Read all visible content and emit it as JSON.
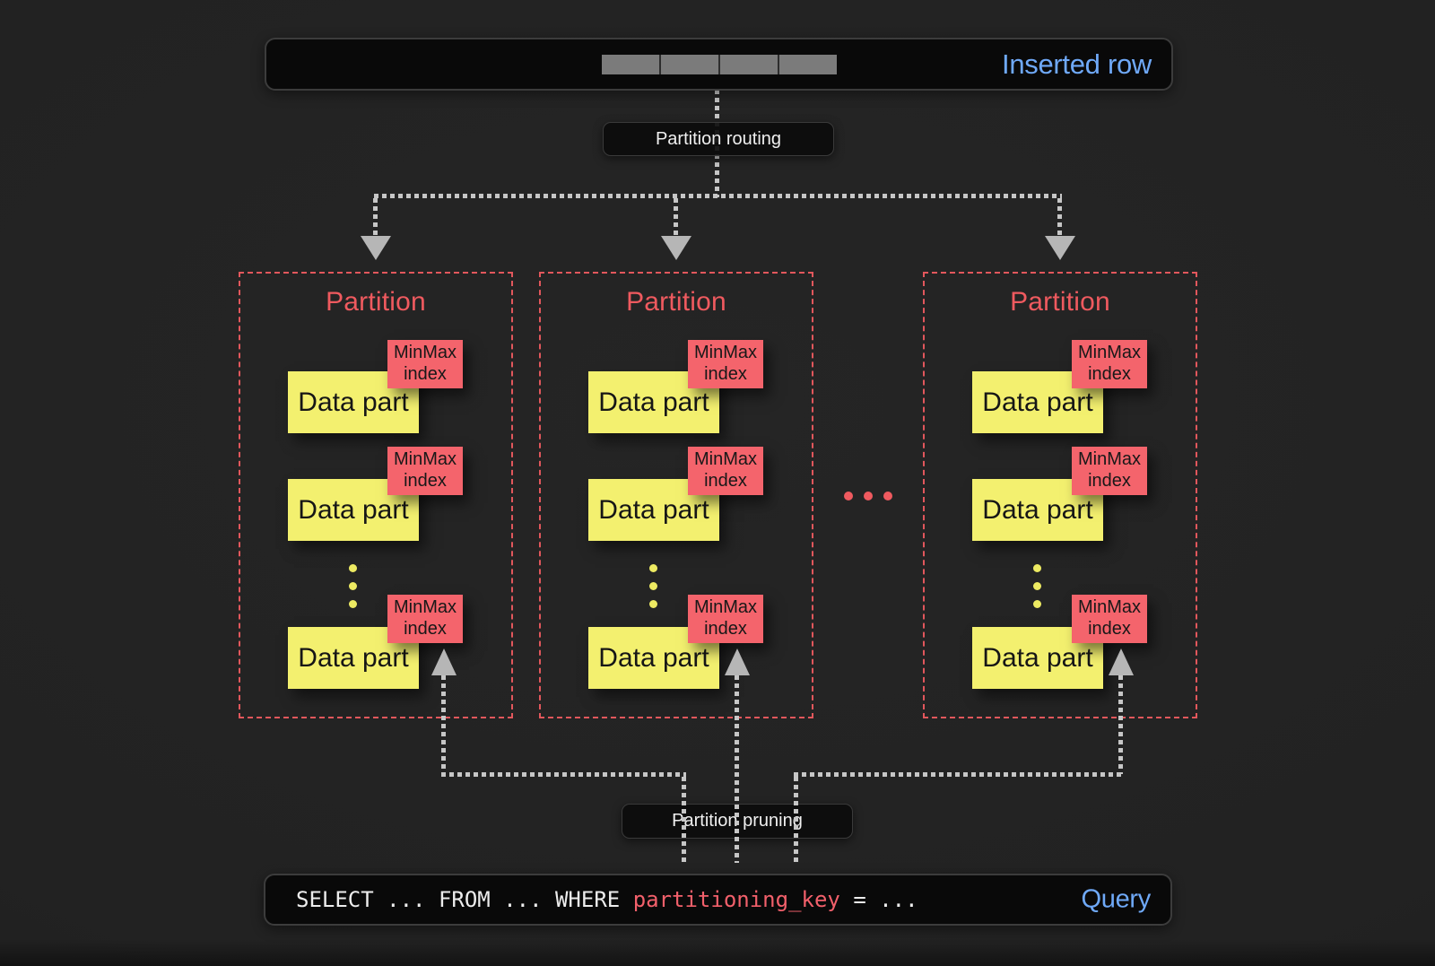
{
  "colors": {
    "background": "#222222",
    "panel_bg": "#090909",
    "panel_border": "#3c3c3c",
    "accent_blue": "#6FA9F8",
    "partition_red": "#EF5A5F",
    "tag_red": "#F4646C",
    "sticky_yellow": "#F3F06F",
    "connector_gray": "#C6C6C6",
    "row_cell_gray": "#7B7B7B",
    "sql_key_red": "#F2606B"
  },
  "top_box": {
    "label": "Inserted row",
    "cell_count": 4
  },
  "routing": {
    "label": "Partition routing"
  },
  "partitions": [
    {
      "title": "Partition",
      "parts": [
        {
          "label": "Data part",
          "tag_line1": "MinMax",
          "tag_line2": "index"
        },
        {
          "label": "Data part",
          "tag_line1": "MinMax",
          "tag_line2": "index"
        },
        {
          "label": "Data part",
          "tag_line1": "MinMax",
          "tag_line2": "index"
        }
      ]
    },
    {
      "title": "Partition",
      "parts": [
        {
          "label": "Data part",
          "tag_line1": "MinMax",
          "tag_line2": "index"
        },
        {
          "label": "Data part",
          "tag_line1": "MinMax",
          "tag_line2": "index"
        },
        {
          "label": "Data part",
          "tag_line1": "MinMax",
          "tag_line2": "index"
        }
      ]
    },
    {
      "title": "Partition",
      "parts": [
        {
          "label": "Data part",
          "tag_line1": "MinMax",
          "tag_line2": "index"
        },
        {
          "label": "Data part",
          "tag_line1": "MinMax",
          "tag_line2": "index"
        },
        {
          "label": "Data part",
          "tag_line1": "MinMax",
          "tag_line2": "index"
        }
      ]
    }
  ],
  "partitions_ellipsis": "...",
  "pruning": {
    "label": "Partition pruning"
  },
  "query": {
    "prefix": "SELECT ... FROM ... WHERE ",
    "key": "partitioning_key",
    "suffix": " = ...",
    "label": "Query"
  }
}
